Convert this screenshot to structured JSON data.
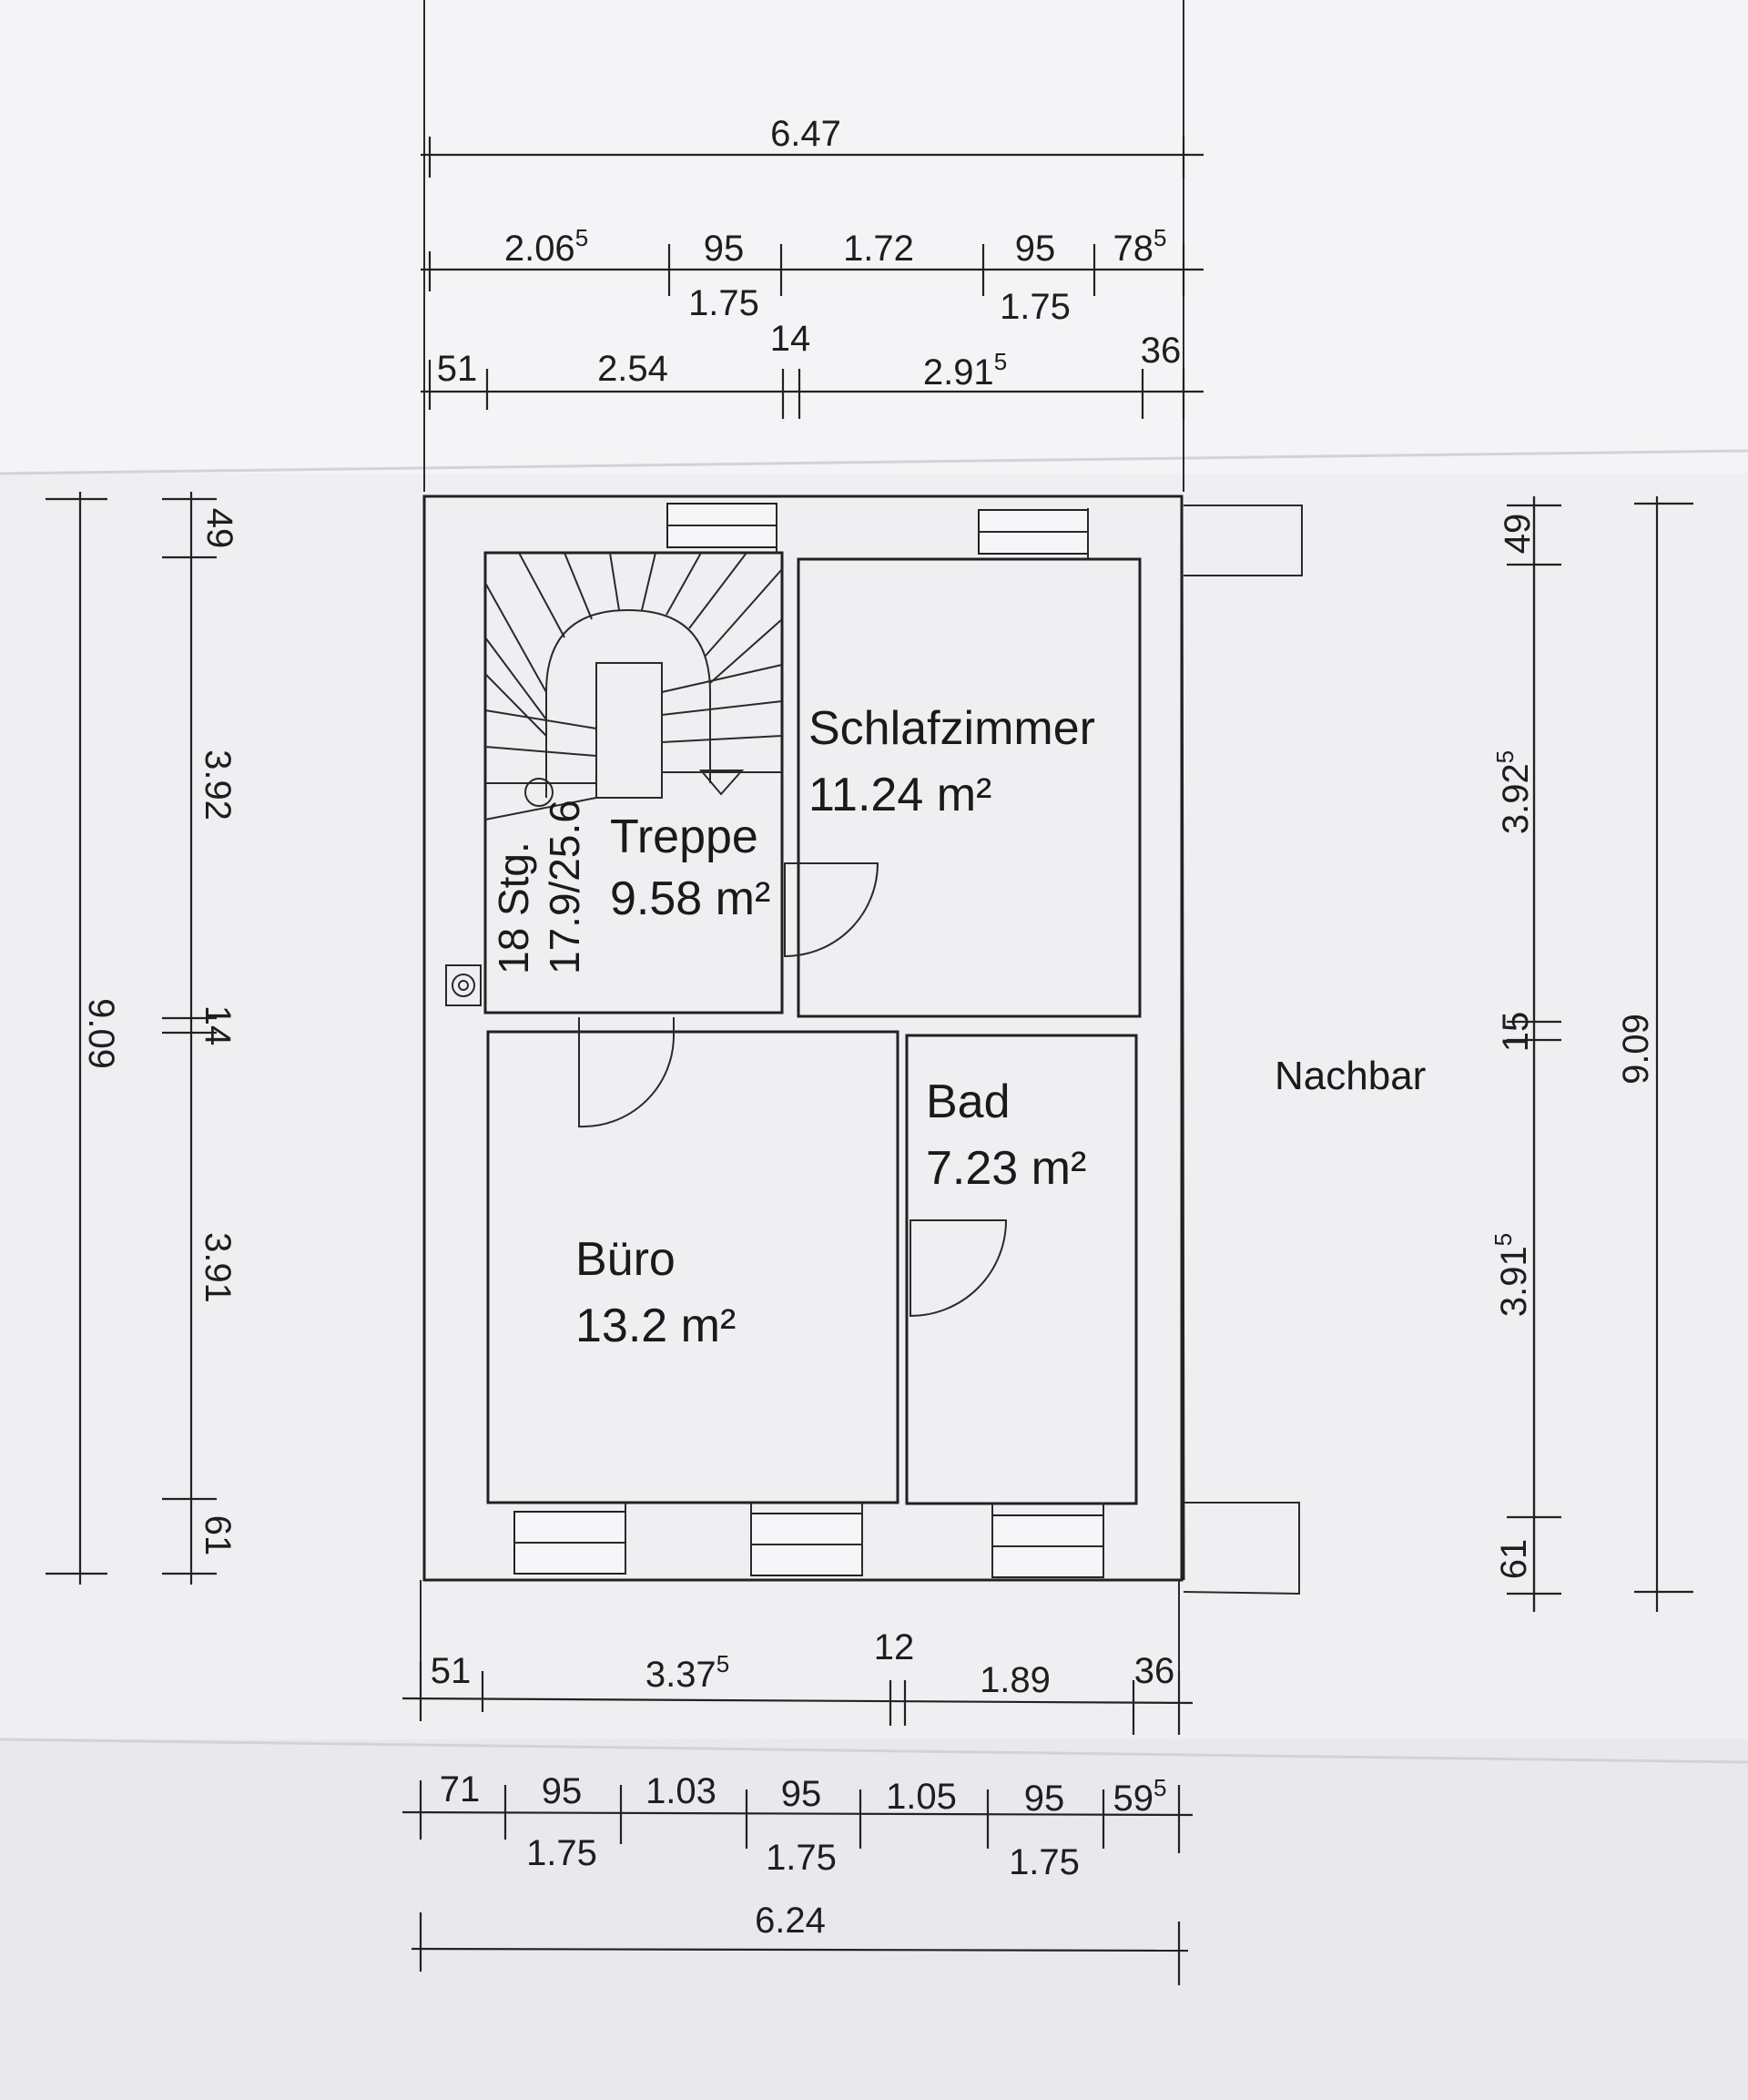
{
  "rooms": {
    "treppe": {
      "name": "Treppe",
      "area": "9.58 m²"
    },
    "schlafzimmer": {
      "name": "Schlafzimmer",
      "area": "11.24 m²"
    },
    "buero": {
      "name": "Büro",
      "area": "13.2 m²"
    },
    "bad": {
      "name": "Bad",
      "area": "7.23 m²"
    }
  },
  "neighbor_label": "Nachbar",
  "stair": {
    "steps": "18 Stg.",
    "ratio": "17.9/25.6"
  },
  "top_dims": {
    "overall": "6.47",
    "row2": [
      "2.06",
      "95",
      "1.72",
      "95",
      "78"
    ],
    "row2_sup": [
      "5",
      "",
      "",
      "",
      "5"
    ],
    "row2_below": [
      "1.75",
      "1.75"
    ],
    "row3": [
      "51",
      "2.54",
      "14",
      "2.91",
      "36"
    ],
    "row3_sup": [
      "",
      "",
      "",
      "5",
      ""
    ]
  },
  "bottom_dims": {
    "row1": [
      "51",
      "3.37",
      "12",
      "1.89",
      "36"
    ],
    "row1_sup": [
      "",
      "5",
      "",
      "",
      ""
    ],
    "row2": [
      "71",
      "95",
      "1.03",
      "95",
      "1.05",
      "95",
      "59"
    ],
    "row2_sup": [
      "",
      "",
      "",
      "",
      "",
      "",
      "5"
    ],
    "row2_below": [
      "1.75",
      "1.75",
      "1.75"
    ],
    "overall": "6.24"
  },
  "left_dims": {
    "overall": "9.09",
    "segments": [
      "49",
      "3.92",
      "14",
      "3.91",
      "61"
    ]
  },
  "right_dims": {
    "overall": "9.09",
    "segments": [
      "49",
      "3.92",
      "15",
      "3.91",
      "61"
    ],
    "segments_sup": [
      "",
      "5",
      "",
      "5",
      ""
    ]
  }
}
